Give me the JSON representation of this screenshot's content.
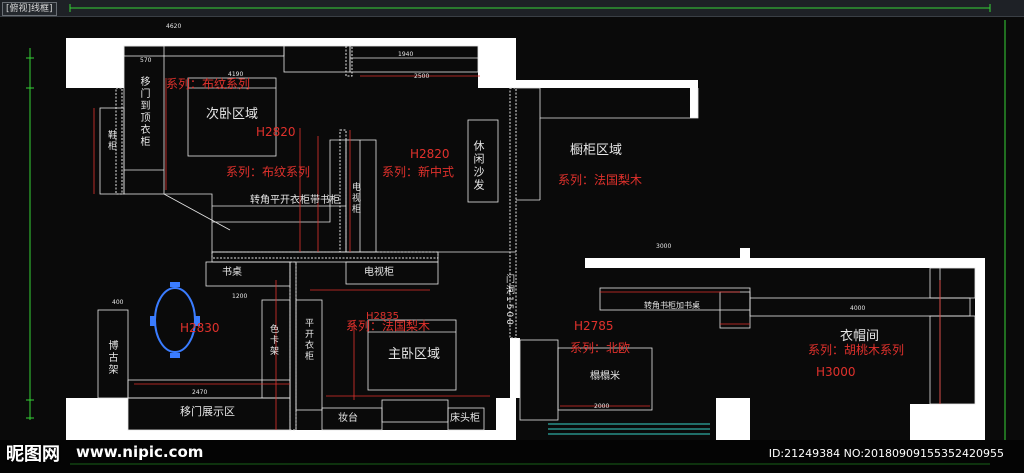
{
  "toolbar": {
    "tab_label": "[俯视]线框]"
  },
  "watermark": {
    "brand": "昵图网",
    "url": "www.nipic.com",
    "id_text": "ID:21249384 NO:20180909155352420955"
  },
  "colors": {
    "wall": "#ffffff",
    "line": "#e6e6e6",
    "red_text": "#e0312c",
    "green_dim": "#35d235",
    "blue": "#3a7cff",
    "background": "#0a0a0a"
  },
  "rooms": {
    "second_bedroom": "次卧区域",
    "cabinet_area": "橱柜区域",
    "master_bedroom": "主卧区域",
    "cloakroom": "衣帽间",
    "tatami": "榻榻米",
    "sliding_display": "移门展示区",
    "lounge_sofa": "休闲沙发",
    "sliding_door_wardrobe": "移门到顶衣柜",
    "shoe_cabinet": "鞋柜",
    "tv_cabinet_v": "电视柜",
    "tv_cabinet_h": "电视柜",
    "corner_wardrobe": "转角平开衣柜带书柜",
    "desk": "书桌",
    "curio_shelf": "博古架",
    "card_holder": "色卡架",
    "flat_wardrobe": "平开衣柜",
    "dresser": "妆台",
    "bedside": "床头柜",
    "corner_bookcase": "转角书柜加书桌"
  },
  "series": {
    "s1": "系列：布纹系列",
    "s2": "系列：布纹系列",
    "s3": "系列：新中式",
    "s4": "系列：法国梨木",
    "s5": "系列：法国梨木",
    "s6": "系列：北欧",
    "s7": "系列：胡桃木系列"
  },
  "heights": {
    "h1": "H2820",
    "h2": "H2820",
    "h3": "H2830",
    "h4": "H2785",
    "h5": "H3000",
    "h6": "H2835"
  },
  "dimensions": {
    "d_top_total": "4620",
    "d_570": "570",
    "d_4190": "4190",
    "d_1940": "1940",
    "d_2500": "2500",
    "d_3000": "3000",
    "d_400": "400",
    "d_1200": "1200",
    "d_2470": "2470",
    "d_4000": "4000",
    "d_2000": "2000",
    "d_1500": "门洞1500"
  }
}
